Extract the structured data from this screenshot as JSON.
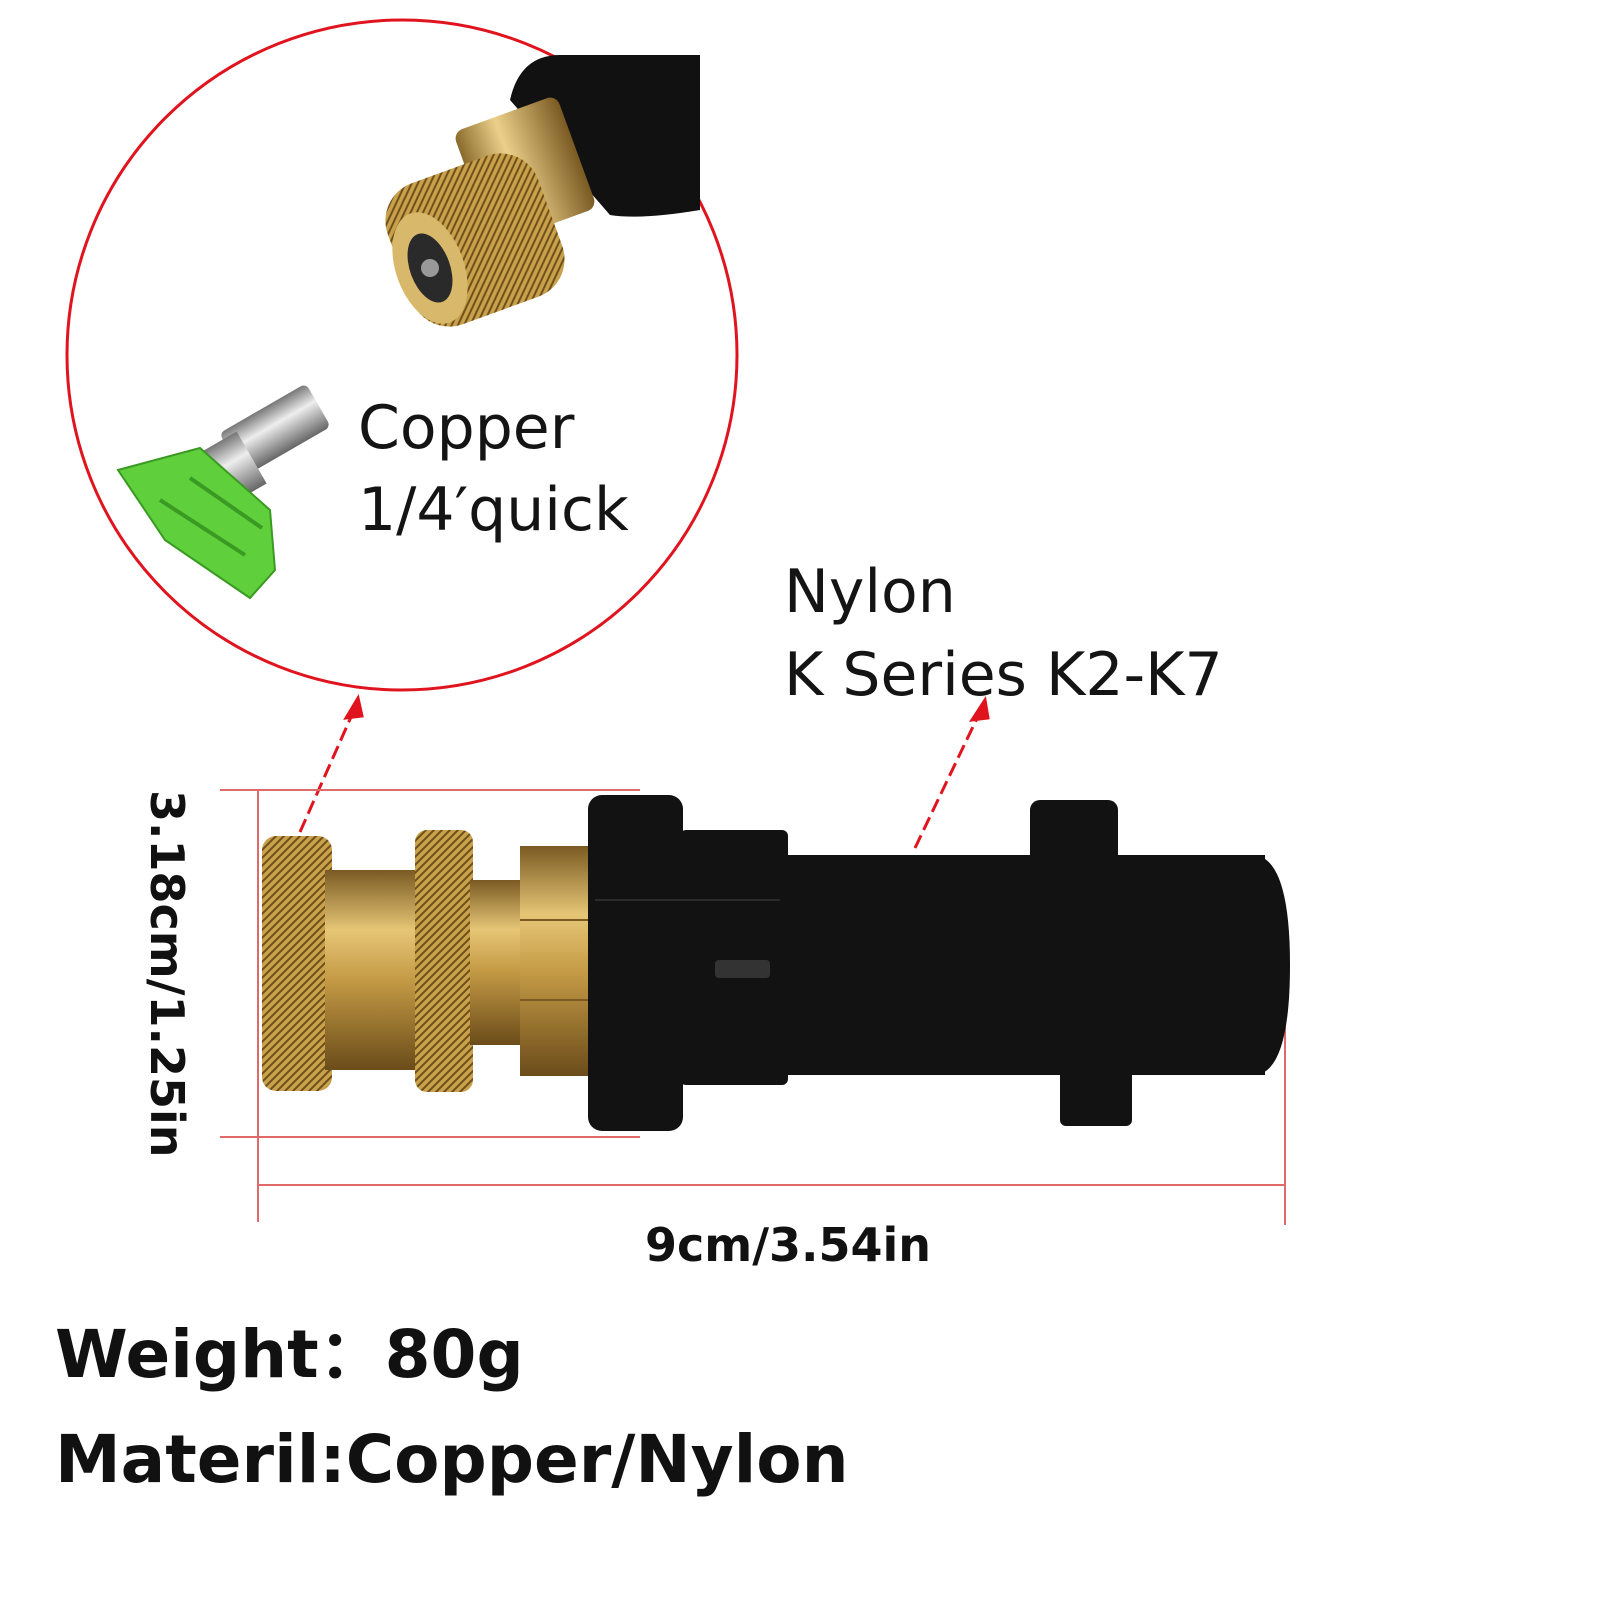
{
  "callouts": {
    "nozzle": {
      "line1": "Copper",
      "line2": "1/4′quick"
    },
    "adapter": {
      "line1": "Nylon",
      "line2": "K Series K2-K7"
    }
  },
  "dimensions": {
    "height": "3.18cm/1.25in",
    "length": "9cm/3.54in"
  },
  "specs": {
    "weight": "Weight：80g",
    "material": "Materil:Copper/Nylon"
  },
  "colors": {
    "accent_red": "#e0141e",
    "brass": "#c9a14a",
    "nylon_black": "#111111",
    "nozzle_green": "#5fd03c"
  }
}
